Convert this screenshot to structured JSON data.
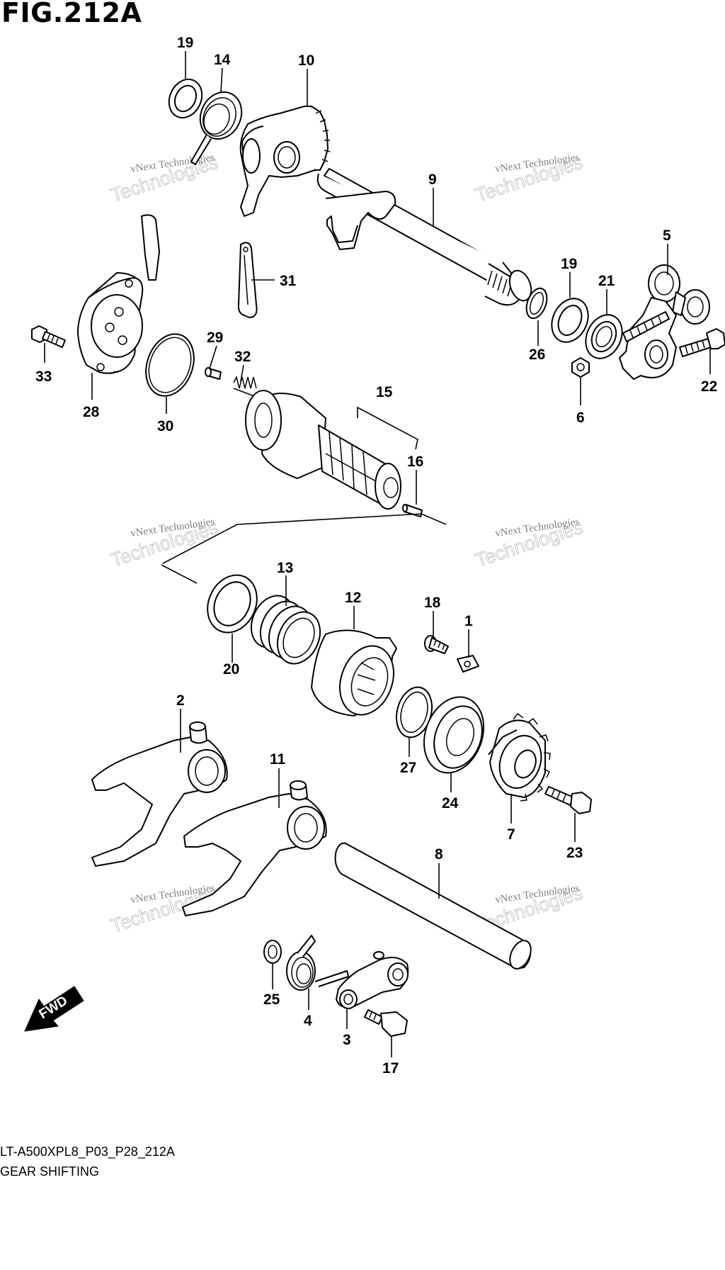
{
  "figure_title": "FIG.212A",
  "model_code": "LT-A500XPL8_P03_P28_212A",
  "diagram_name": "GEAR SHIFTING",
  "fwd_label": "FWD",
  "watermark": {
    "line1": "vNext Technologies",
    "line2": "Technologies"
  },
  "callouts": {
    "c1": "1",
    "c2": "2",
    "c3": "3",
    "c4": "4",
    "c5": "5",
    "c6": "6",
    "c7": "7",
    "c8": "8",
    "c9": "9",
    "c10": "10",
    "c11": "11",
    "c12": "12",
    "c13": "13",
    "c14": "14",
    "c15": "15",
    "c16": "16",
    "c17": "17",
    "c18": "18",
    "c19a": "19",
    "c19b": "19",
    "c20": "20",
    "c21": "21",
    "c22": "22",
    "c23": "23",
    "c24": "24",
    "c25": "25",
    "c26": "26",
    "c27": "27",
    "c28": "28",
    "c29": "29",
    "c30": "30",
    "c31": "31",
    "c32": "32",
    "c33": "33"
  }
}
